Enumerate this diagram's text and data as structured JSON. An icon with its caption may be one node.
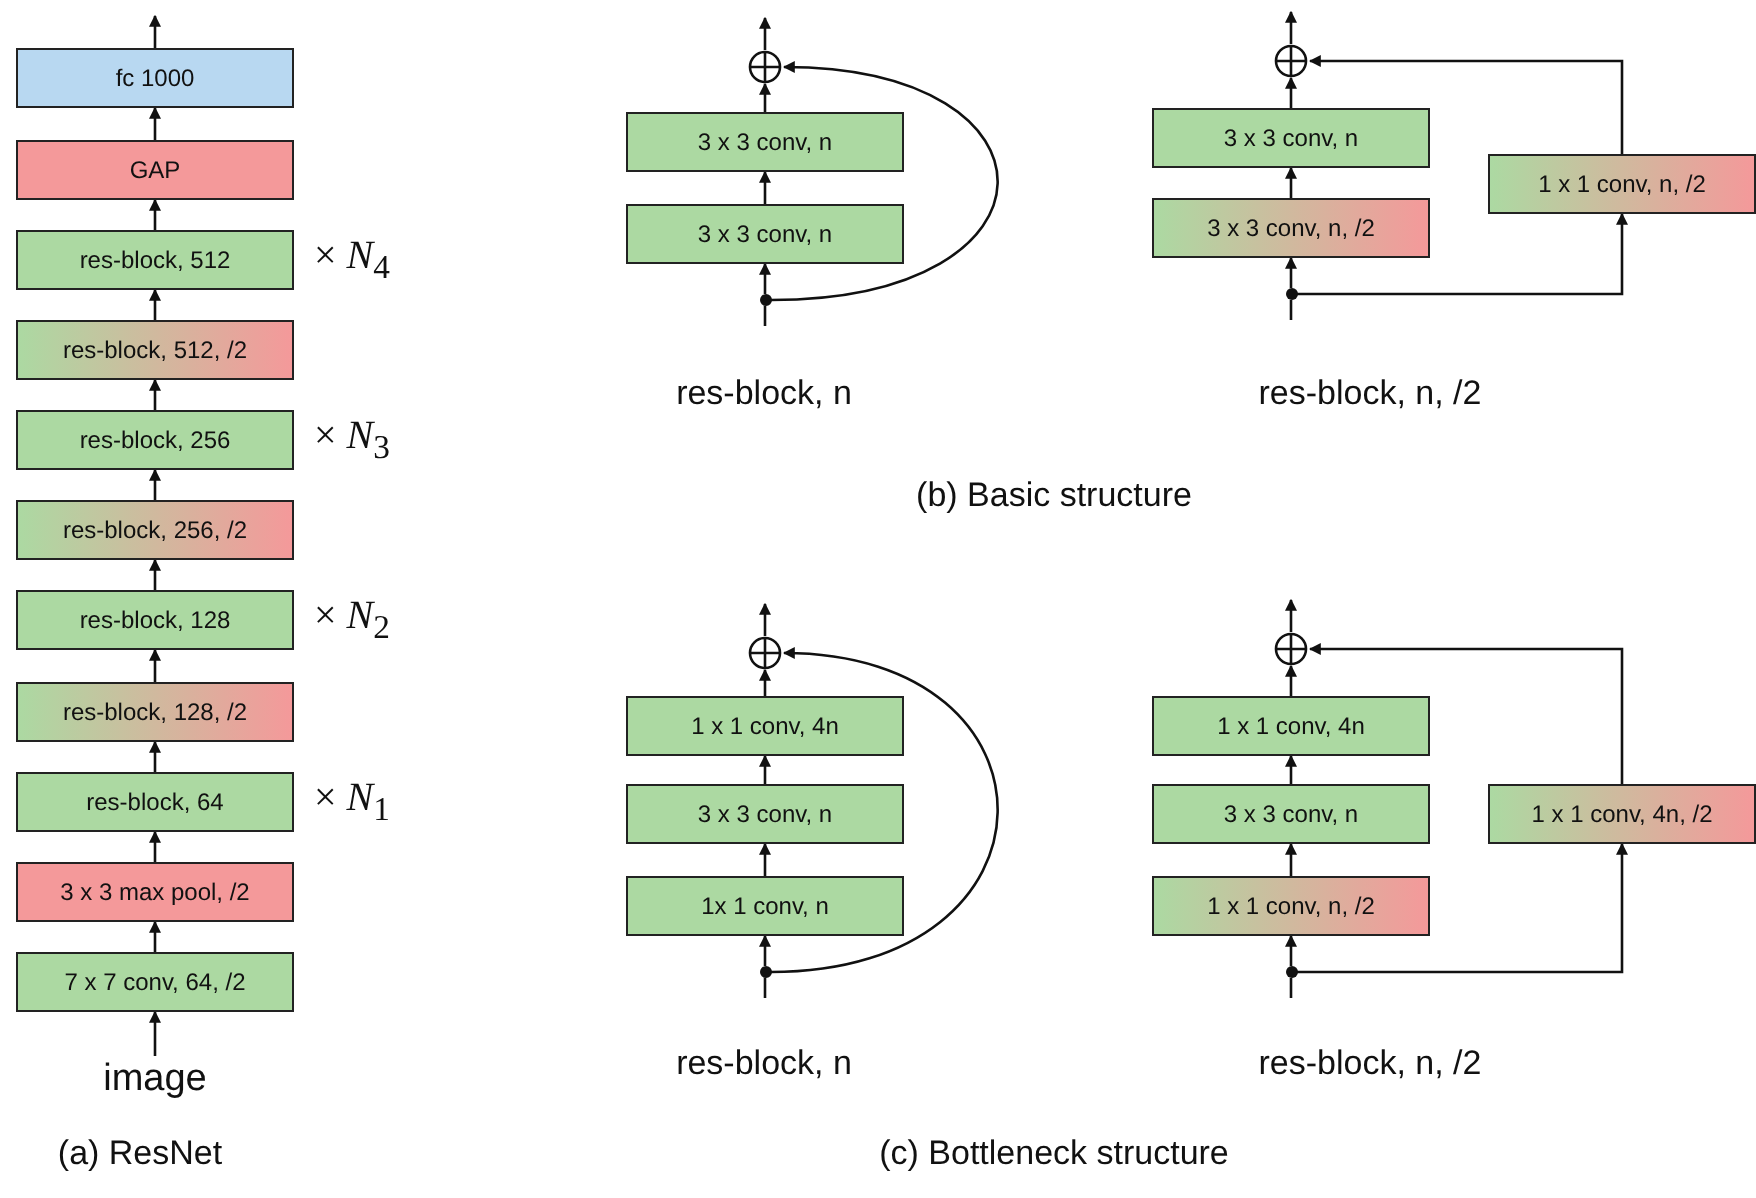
{
  "diagram": {
    "nodes": [
      {
        "text": [
          "fc 1000"
        ]
      },
      {
        "text": [
          "GAP"
        ]
      },
      {
        "text": [
          "res-block, 512"
        ],
        "beside": [
          "× *N*$_{4}$"
        ]
      },
      {
        "text": [
          "res-block, 512, /2"
        ]
      },
      {
        "text": [
          "res-block, 256"
        ],
        "beside": [
          "× *N*$_{3}$"
        ]
      },
      {
        "text": [
          "res-block, 256, /2"
        ]
      },
      {
        "text": [
          "res-block, 128"
        ],
        "beside": [
          "× *N*$_{2}$"
        ]
      },
      {
        "text": [
          "res-block, 128, /2"
        ]
      },
      {
        "text": [
          "res-block, 64"
        ],
        "beside": [
          "× *N*$_{1}$"
        ]
      },
      {
        "text": [
          "3 x 3 max pool, /2"
        ]
      },
      {
        "text": [
          "7 x 7 conv, 64, /2"
        ]
      },
      {
        "text": [
          "image"
        ]
      },
      {
        "text": [],
        "shape": "circle"
      },
      {
        "text": [
          "3 x 3 conv, n"
        ]
      },
      {
        "text": [
          "3 x 3 conv, n"
        ]
      },
      {
        "text": [],
        "shape": "dot"
      },
      {
        "text": [],
        "shape": "circle"
      },
      {
        "text": [
          "3 x 3 conv, n"
        ]
      },
      {
        "text": [
          "3 x 3 conv, n, /2"
        ]
      },
      {
        "text": [
          "1 x 1 conv, n, /2"
        ]
      },
      {
        "text": [],
        "shape": "dot"
      },
      {
        "text": [],
        "shape": "circle"
      },
      {
        "text": [
          "1 x 1 conv, 4n"
        ]
      },
      {
        "text": [
          "3 x 3 conv, n"
        ]
      },
      {
        "text": [
          "1x 1 conv, n"
        ]
      },
      {
        "text": [],
        "shape": "dot"
      },
      {
        "text": [],
        "shape": "circle"
      },
      {
        "text": [
          "1 x 1 conv, 4n"
        ]
      },
      {
        "text": [
          "3 x 3 conv, n"
        ]
      },
      {
        "text": [
          "1 x 1 conv, n, /2"
        ]
      },
      {
        "text": [
          "1 x 1 conv, 4n, /2"
        ]
      },
      {
        "text": [],
        "shape": "dot"
      }
    ],
    "edges": [
      {
        "from": 11,
        "to": 10,
        "arrow": "to"
      },
      {
        "from": 10,
        "to": 9,
        "arrow": "to"
      },
      {
        "from": 9,
        "to": 8,
        "arrow": "to"
      },
      {
        "from": 8,
        "to": 7,
        "arrow": "to"
      },
      {
        "from": 7,
        "to": 6,
        "arrow": "to"
      },
      {
        "from": 6,
        "to": 5,
        "arrow": "to"
      },
      {
        "from": 5,
        "to": 4,
        "arrow": "to"
      },
      {
        "from": 4,
        "to": 3,
        "arrow": "to"
      },
      {
        "from": 3,
        "to": 2,
        "arrow": "to"
      },
      {
        "from": 2,
        "to": 1,
        "arrow": "to"
      },
      {
        "from": 1,
        "to": 0,
        "arrow": "to"
      },
      {
        "from": 0,
        "to": null,
        "arrow": "to"
      },
      {
        "from": null,
        "to": 15,
        "arrow": "none"
      },
      {
        "from": 15,
        "to": 14,
        "arrow": "to"
      },
      {
        "from": 14,
        "to": 13,
        "arrow": "to"
      },
      {
        "from": 13,
        "to": 12,
        "arrow": "to"
      },
      {
        "from": 15,
        "to": 12,
        "arrow": "to"
      },
      {
        "from": 12,
        "to": null,
        "arrow": "to"
      },
      {
        "from": null,
        "to": 20,
        "arrow": "none"
      },
      {
        "from": 20,
        "to": 18,
        "arrow": "to"
      },
      {
        "from": 18,
        "to": 17,
        "arrow": "to"
      },
      {
        "from": 17,
        "to": 16,
        "arrow": "to"
      },
      {
        "from": 20,
        "to": 19,
        "arrow": "to"
      },
      {
        "from": 19,
        "to": 16,
        "arrow": "to"
      },
      {
        "from": 16,
        "to": null,
        "arrow": "to"
      },
      {
        "from": null,
        "to": 25,
        "arrow": "none"
      },
      {
        "from": 25,
        "to": 24,
        "arrow": "to"
      },
      {
        "from": 24,
        "to": 23,
        "arrow": "to"
      },
      {
        "from": 23,
        "to": 22,
        "arrow": "to"
      },
      {
        "from": 22,
        "to": 21,
        "arrow": "to"
      },
      {
        "from": 25,
        "to": 21,
        "arrow": "to"
      },
      {
        "from": 21,
        "to": null,
        "arrow": "to"
      },
      {
        "from": null,
        "to": 31,
        "arrow": "none"
      },
      {
        "from": 31,
        "to": 29,
        "arrow": "to"
      },
      {
        "from": 29,
        "to": 28,
        "arrow": "to"
      },
      {
        "from": 28,
        "to": 27,
        "arrow": "to"
      },
      {
        "from": 27,
        "to": 26,
        "arrow": "to"
      },
      {
        "from": 31,
        "to": 30,
        "arrow": "to"
      },
      {
        "from": 30,
        "to": 26,
        "arrow": "to"
      },
      {
        "from": 26,
        "to": null,
        "arrow": "to"
      }
    ],
    "labels": [
      "res-block, n",
      "res-block, n, /2",
      "(b) Basic structure",
      "res-block, n",
      "res-block, n, /2",
      "(a) ResNet",
      "(c) Bottleneck structure"
    ]
  }
}
